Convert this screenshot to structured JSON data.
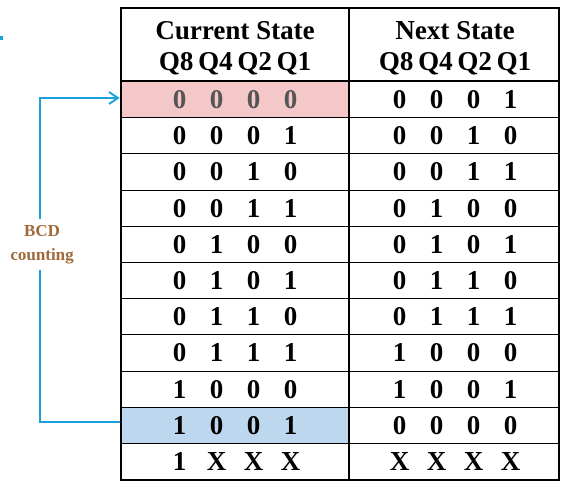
{
  "header": {
    "current_title": "Current State",
    "next_title": "Next State",
    "current_vars": "Q8 Q4 Q2 Q1",
    "next_vars": "Q8 Q4 Q2 Q1"
  },
  "side_label": {
    "line1": "BCD",
    "line2": "counting"
  },
  "colors": {
    "start_highlight": "#f4c7c8",
    "end_highlight": "#bdd7ee",
    "loop_arrow": "#1aa1d8",
    "label_color": "#a06a3a"
  },
  "rows": [
    {
      "current": [
        "0",
        "0",
        "0",
        "0"
      ],
      "next": [
        "0",
        "0",
        "0",
        "1"
      ],
      "highlight": "start"
    },
    {
      "current": [
        "0",
        "0",
        "0",
        "1"
      ],
      "next": [
        "0",
        "0",
        "1",
        "0"
      ],
      "highlight": ""
    },
    {
      "current": [
        "0",
        "0",
        "1",
        "0"
      ],
      "next": [
        "0",
        "0",
        "1",
        "1"
      ],
      "highlight": ""
    },
    {
      "current": [
        "0",
        "0",
        "1",
        "1"
      ],
      "next": [
        "0",
        "1",
        "0",
        "0"
      ],
      "highlight": ""
    },
    {
      "current": [
        "0",
        "1",
        "0",
        "0"
      ],
      "next": [
        "0",
        "1",
        "0",
        "1"
      ],
      "highlight": ""
    },
    {
      "current": [
        "0",
        "1",
        "0",
        "1"
      ],
      "next": [
        "0",
        "1",
        "1",
        "0"
      ],
      "highlight": ""
    },
    {
      "current": [
        "0",
        "1",
        "1",
        "0"
      ],
      "next": [
        "0",
        "1",
        "1",
        "1"
      ],
      "highlight": ""
    },
    {
      "current": [
        "0",
        "1",
        "1",
        "1"
      ],
      "next": [
        "1",
        "0",
        "0",
        "0"
      ],
      "highlight": ""
    },
    {
      "current": [
        "1",
        "0",
        "0",
        "0"
      ],
      "next": [
        "1",
        "0",
        "0",
        "1"
      ],
      "highlight": ""
    },
    {
      "current": [
        "1",
        "0",
        "0",
        "1"
      ],
      "next": [
        "0",
        "0",
        "0",
        "0"
      ],
      "highlight": "end"
    },
    {
      "current": [
        "1",
        "X",
        "X",
        "X"
      ],
      "next": [
        "X",
        "X",
        "X",
        "X"
      ],
      "highlight": ""
    }
  ]
}
